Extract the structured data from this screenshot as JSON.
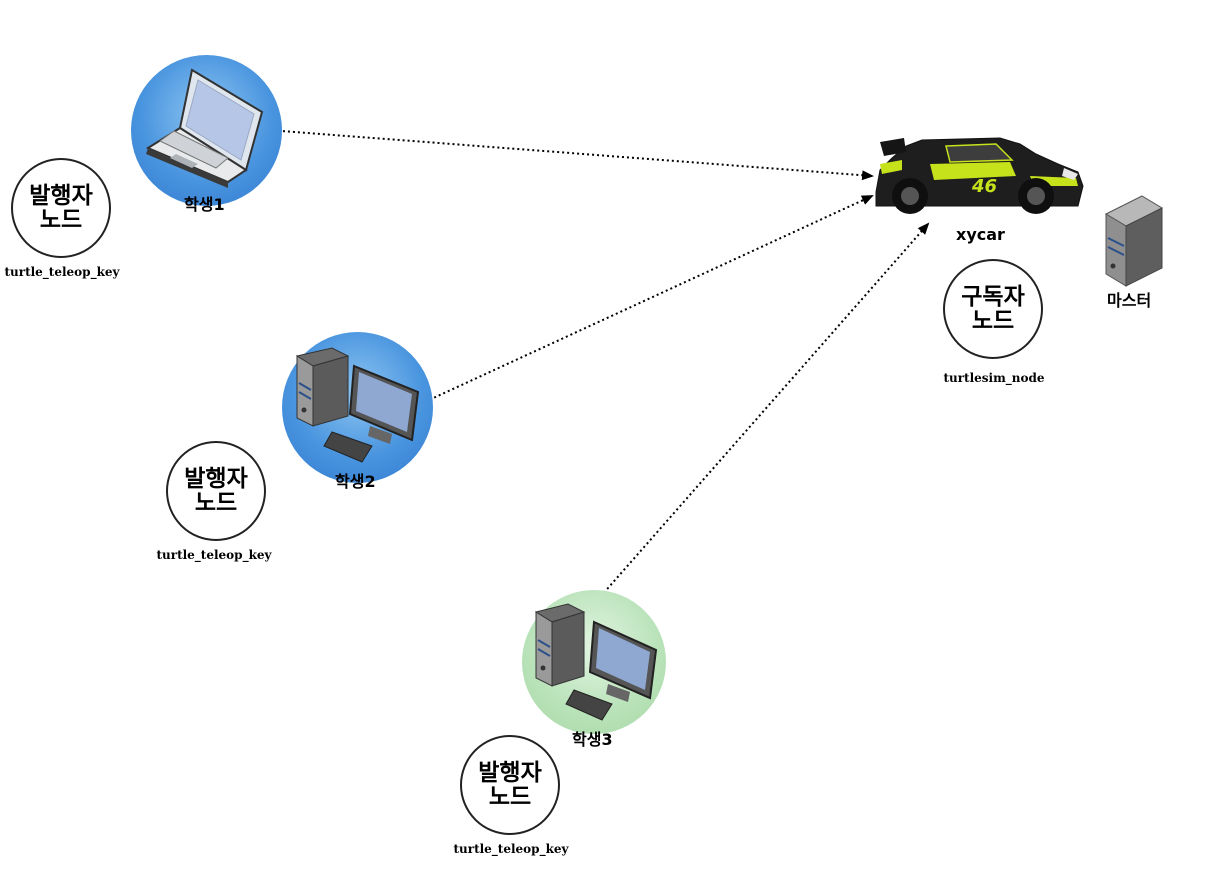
{
  "publisher_node": {
    "line1": "발행자",
    "line2": "노드",
    "name": "turtle_teleop_key"
  },
  "subscriber_node": {
    "line1": "구독자",
    "line2": "노드",
    "name": "turtlesim_node"
  },
  "students": [
    {
      "label": "학생1",
      "device": "laptop-icon",
      "bubble": "#4a95df"
    },
    {
      "label": "학생2",
      "device": "desktop-icon",
      "bubble": "#4a95df"
    },
    {
      "label": "학생3",
      "device": "desktop-icon",
      "bubble": "#b8e2b8"
    }
  ],
  "car": {
    "label": "xycar",
    "number": "46",
    "icon": "race-car-icon"
  },
  "master": {
    "label": "마스터",
    "icon": "server-icon"
  }
}
